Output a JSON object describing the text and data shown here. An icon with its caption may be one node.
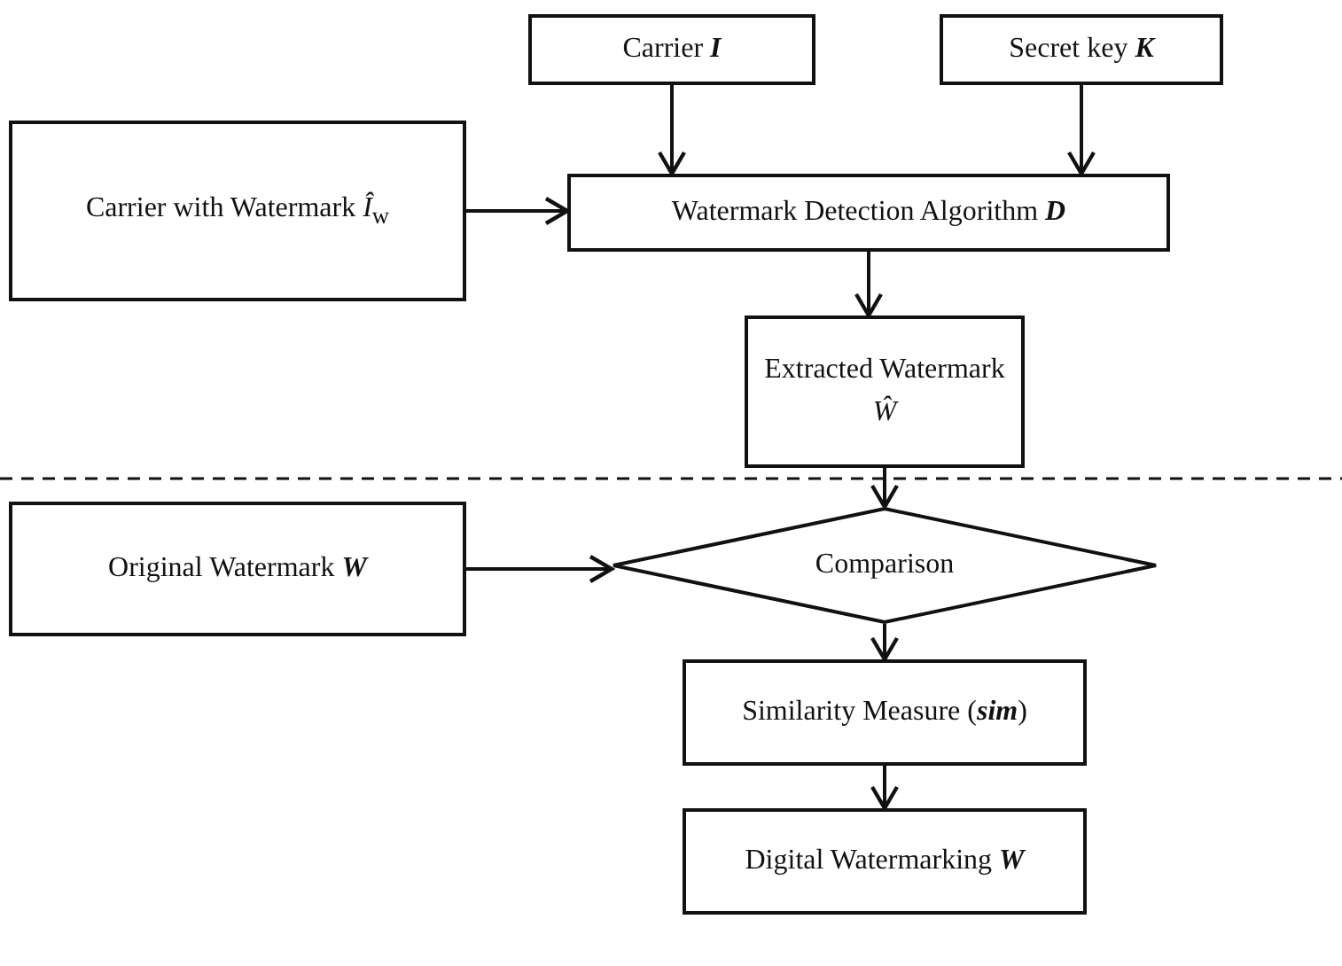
{
  "diagram": {
    "nodes": [
      {
        "text": [
          "Carrier **I**"
        ]
      },
      {
        "text": [
          "Secret key **K**"
        ]
      },
      {
        "text": [
          "Carrier with Watermark *Î*$_{w}$"
        ]
      },
      {
        "text": [
          "Watermark Detection Algorithm **D**"
        ]
      },
      {
        "text": [
          "Extracted Watermark *Ŵ*"
        ]
      },
      {
        "text": [
          "Original Watermark **W**"
        ]
      },
      {
        "text": [
          "Comparison"
        ]
      },
      {
        "text": [
          "Similarity Measure (**sim**)"
        ]
      },
      {
        "text": [
          "Digital Watermarking **W**"
        ]
      }
    ],
    "edges": [
      {
        "from": 0,
        "to": 3,
        "arrow": "to"
      },
      {
        "from": 1,
        "to": 3,
        "arrow": "to"
      },
      {
        "from": 2,
        "to": 3,
        "arrow": "to"
      },
      {
        "from": 3,
        "to": 4,
        "arrow": "to"
      },
      {
        "from": 4,
        "to": 6,
        "arrow": "to"
      },
      {
        "from": 5,
        "to": 6,
        "arrow": "to"
      },
      {
        "from": 6,
        "to": 7,
        "arrow": "to"
      },
      {
        "from": 7,
        "to": 8,
        "arrow": "to"
      }
    ]
  }
}
